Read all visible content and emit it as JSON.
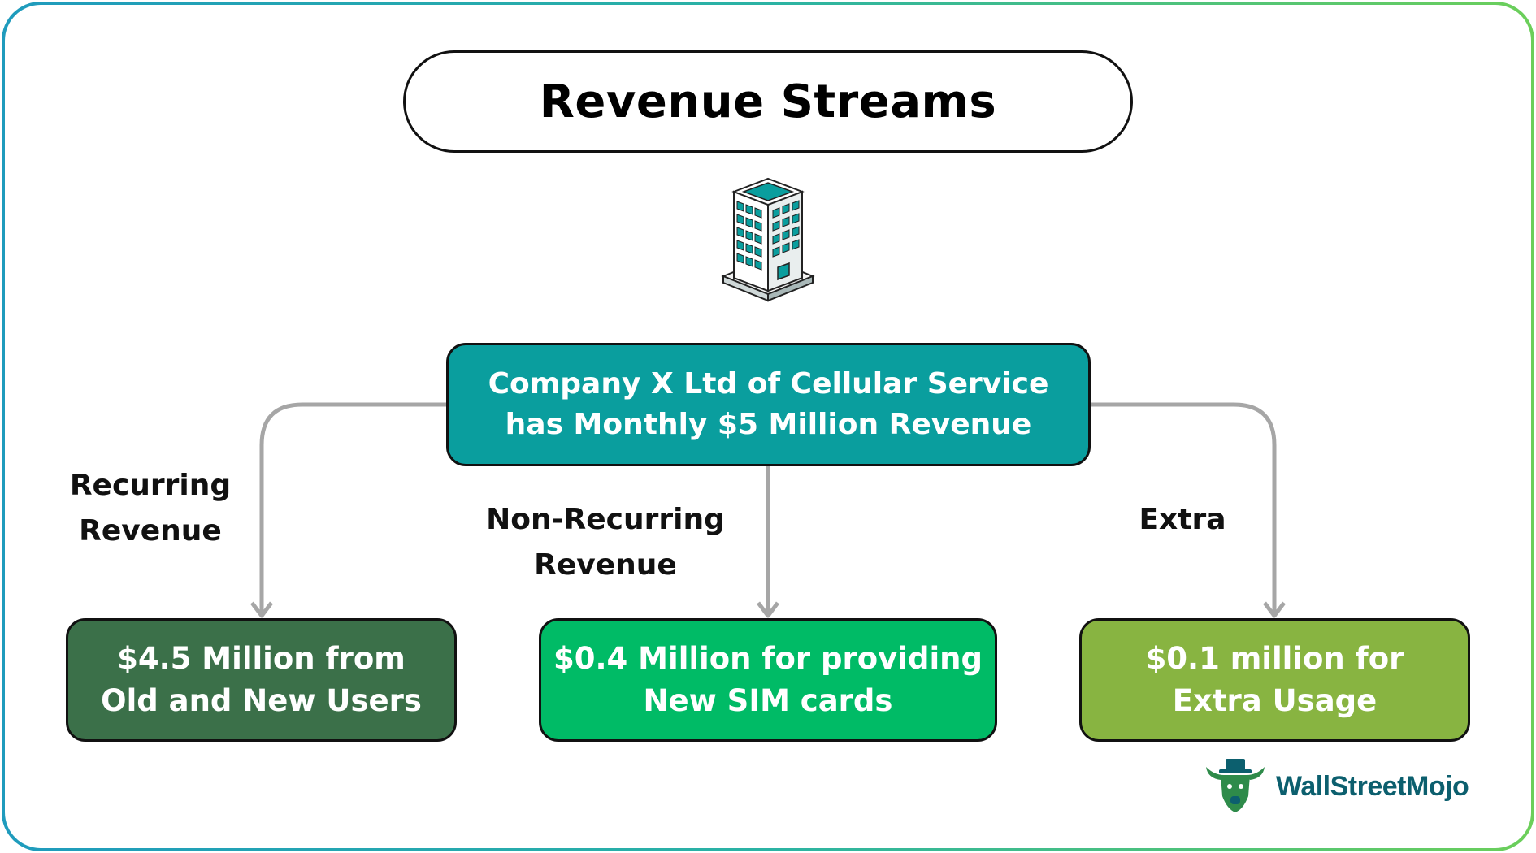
{
  "title": "Revenue Streams",
  "building_icon": "office-building-icon",
  "root": {
    "line1": "Company X Ltd of Cellular Service",
    "line2": "has Monthly $5 Million Revenue"
  },
  "branches": [
    {
      "label_line1": "Recurring",
      "label_line2": "Revenue",
      "box_line1": "$4.5 Million from",
      "box_line2": "Old and New Users",
      "color": "#3b7049"
    },
    {
      "label_line1": "Non-Recurring",
      "label_line2": "Revenue",
      "box_line1": "$0.4 Million for providing",
      "box_line2": "New SIM cards",
      "color": "#00bb66"
    },
    {
      "label_line1": "Extra",
      "box_line1": "$0.1 million for",
      "box_line2": "Extra Usage",
      "color": "#88b441"
    }
  ],
  "root_color": "#0a9e9e",
  "connector_color": "#a6a6a6",
  "brand": {
    "logo_icon": "wallstreetmojo-logo-icon",
    "name": "WallStreetMojo"
  }
}
